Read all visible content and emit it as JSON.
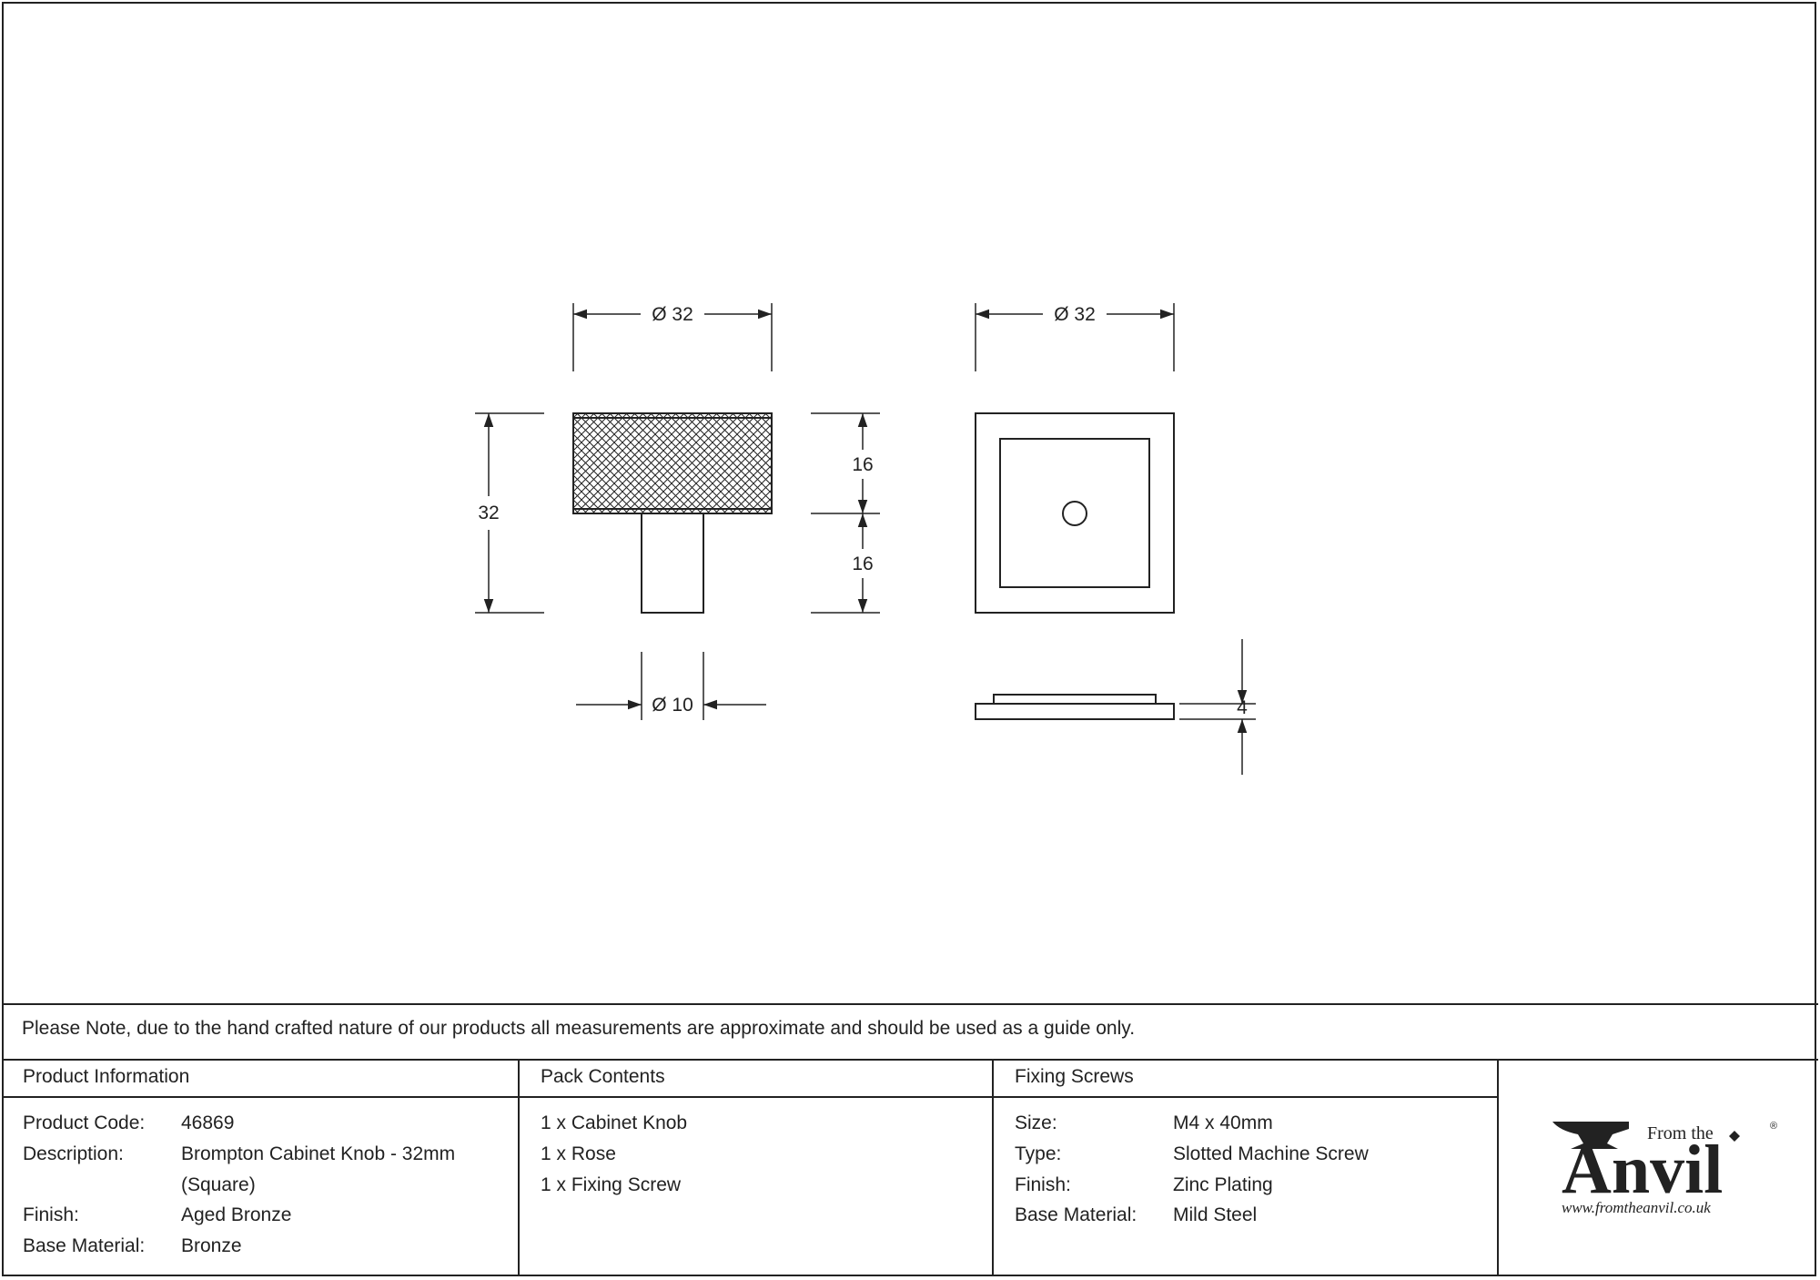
{
  "dimensions": {
    "knob_diameter": "Ø 32",
    "rose_diameter": "Ø 32",
    "knob_height": "32",
    "head_height": "16",
    "stem_height": "16",
    "stem_diameter": "Ø 10",
    "rose_thickness": "4"
  },
  "note": "Please Note, due to the hand crafted nature of our products all measurements are approximate and should be used as a guide only.",
  "product_info": {
    "heading": "Product Information",
    "rows": [
      {
        "label": "Product Code:",
        "value": "46869"
      },
      {
        "label": "Description:",
        "value": "Brompton Cabinet Knob - 32mm"
      },
      {
        "label": "",
        "value": "(Square)"
      },
      {
        "label": "Finish:",
        "value": "Aged Bronze"
      },
      {
        "label": "Base Material:",
        "value": "Bronze"
      }
    ]
  },
  "pack_contents": {
    "heading": "Pack Contents",
    "items": [
      "1 x Cabinet Knob",
      "1 x Rose",
      "1 x Fixing Screw"
    ]
  },
  "fixing_screws": {
    "heading": "Fixing Screws",
    "rows": [
      {
        "label": "Size:",
        "value": "M4 x 40mm"
      },
      {
        "label": "Type:",
        "value": "Slotted Machine Screw"
      },
      {
        "label": "Finish:",
        "value": "Zinc Plating"
      },
      {
        "label": "Base Material:",
        "value": "Mild Steel"
      }
    ]
  },
  "logo": {
    "from_the": "From the",
    "brand": "Anvil",
    "url": "www.fromtheanvil.co.uk"
  }
}
